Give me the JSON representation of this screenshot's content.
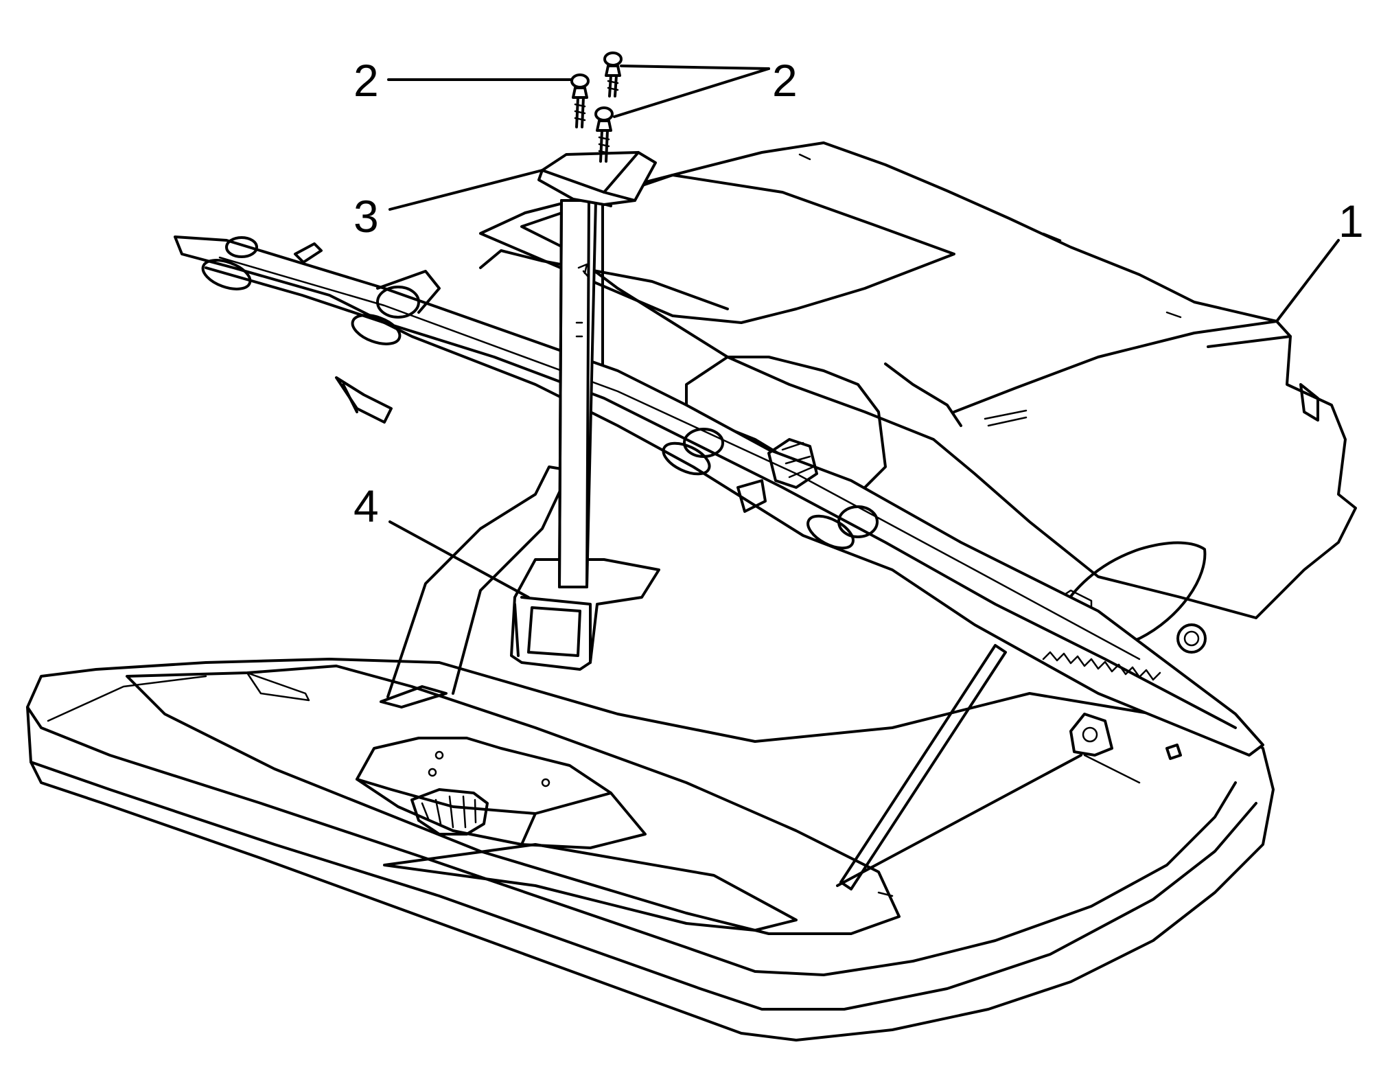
{
  "callouts": {
    "c1": "1",
    "c2_left": "2",
    "c2_right": "2",
    "c3": "3",
    "c4": "4"
  },
  "colors": {
    "line": "#000000",
    "background": "#ffffff"
  }
}
